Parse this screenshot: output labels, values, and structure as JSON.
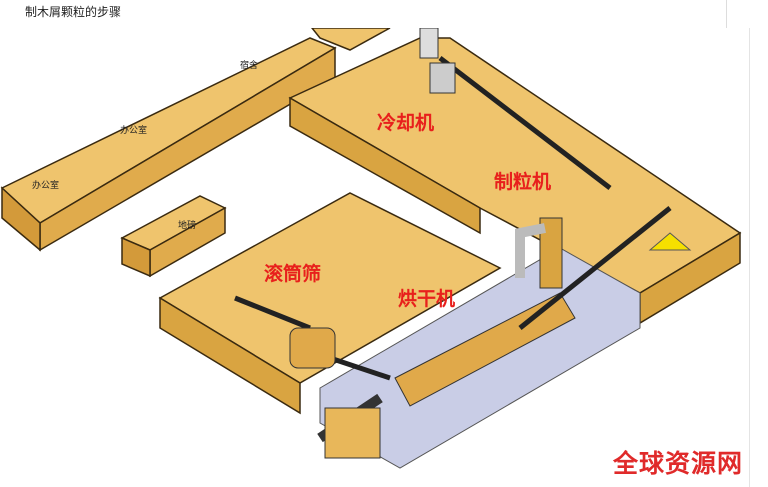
{
  "page": {
    "title": "制木屑颗粒的步骤"
  },
  "diagram": {
    "labels": {
      "cooler": "冷却机",
      "pellet_mill": "制粒机",
      "drum_screen": "滚筒筛",
      "dryer": "烘干机"
    },
    "building_labels": [
      "宿舍",
      "办公室",
      "办公室",
      "地磅"
    ],
    "colors": {
      "floor": "#e8b75a",
      "side": "#d9a441",
      "pit": "#c9cde6",
      "label": "#e8201c"
    }
  },
  "watermark": "全球资源网"
}
